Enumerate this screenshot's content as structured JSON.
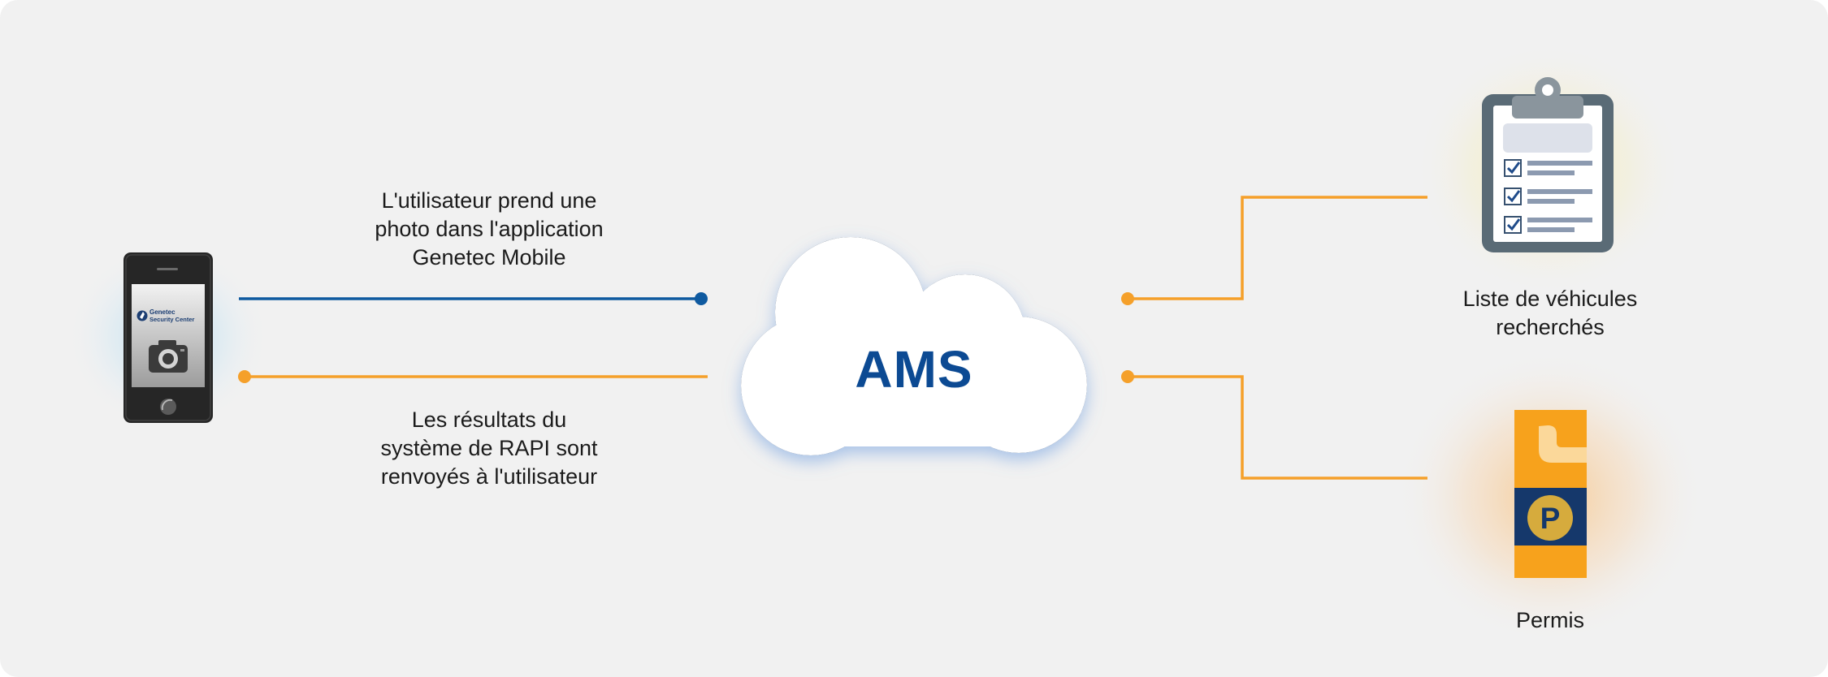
{
  "labels": {
    "user_photo": "L'utilisateur prend une\nphoto dans l'application\nGenetec Mobile",
    "results_returned": "Les résultats du\nsystème de RAPI sont\nrenvoyés à l'utilisateur",
    "wanted_list": "Liste de véhicules\nrecherchés",
    "permit": "Permis"
  },
  "cloud": {
    "label": "AMS"
  },
  "phone_screen": {
    "brand": "Genetec",
    "product": "Security Center"
  },
  "permit_tag": {
    "symbol": "P"
  },
  "colors": {
    "background": "#f1f1f1",
    "blue_line": "#0f5aa0",
    "orange_line": "#f5a02a",
    "cloud_text": "#0c4a93",
    "permit_orange": "#f7a21c",
    "permit_band": "#15386b",
    "clipboard_frame": "#5a6b76"
  },
  "icons": [
    "smartphone-icon",
    "camera-icon",
    "cloud-icon",
    "clipboard-icon",
    "checkbox-icon",
    "parking-permit-icon"
  ]
}
